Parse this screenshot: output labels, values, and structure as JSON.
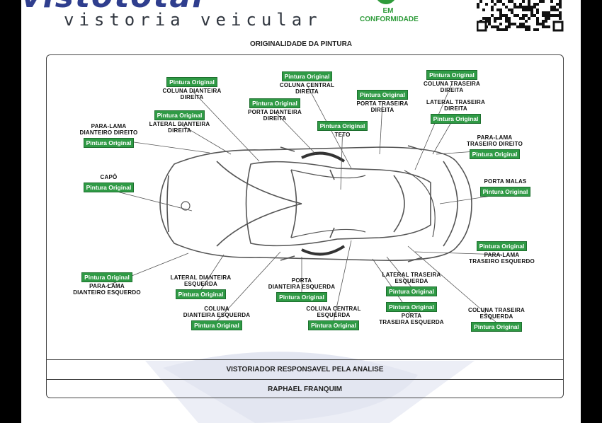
{
  "brand": {
    "name": "vistototal",
    "subtitle": "vistoria veicular",
    "seal": "EM CONFORMIDADE",
    "logo_color": "#2f3e8e",
    "seal_color": "#2e9b3a"
  },
  "section_title": "ORIGINALIDADE DA PINTURA",
  "status_color": "#2f9a45",
  "parts": [
    {
      "id": "coluna-dianteira-direita",
      "name": "COLUNA DIANTEIRA\nDIREITA",
      "status": "Pintura Original"
    },
    {
      "id": "porta-dianteira-direita",
      "name": "PORTA DIANTEIRA\nDIREITA",
      "status": "Pintura Original"
    },
    {
      "id": "coluna-central-direita",
      "name": "COLUNA CENTRAL\nDIREITA",
      "status": "Pintura Original"
    },
    {
      "id": "porta-traseira-direita",
      "name": "PORTA TRASEIRA\nDIREITA",
      "status": "Pintura Original"
    },
    {
      "id": "coluna-traseira-direita",
      "name": "COLUNA TRASEIRA\nDIREITA",
      "status": "Pintura Original"
    },
    {
      "id": "lateral-dianteira-direita",
      "name": "LATERAL DIANTEIRA\nDIREITA",
      "status": "Pintura Original"
    },
    {
      "id": "teto",
      "name": "TETO",
      "status": "Pintura Original"
    },
    {
      "id": "lateral-traseira-direita",
      "name": "LATERAL TRASEIRA\nDIREITA",
      "status": "Pintura Original"
    },
    {
      "id": "para-lama-dianteiro-direito",
      "name": "PARA-LAMA\nDIANTEIRO DIREITO",
      "status": "Pintura Original"
    },
    {
      "id": "para-lama-traseiro-direito",
      "name": "PARA-LAMA\nTRASEIRO DIREITO",
      "status": "Pintura Original"
    },
    {
      "id": "capo",
      "name": "CAPÔ",
      "status": "Pintura Original"
    },
    {
      "id": "porta-malas",
      "name": "PORTA MALAS",
      "status": "Pintura Original"
    },
    {
      "id": "para-lama-traseiro-esquerdo",
      "name": "PARA-LAMA\nTRASEIRO ESQUERDO",
      "status": "Pintura Original"
    },
    {
      "id": "para-lama-dianteiro-esquerdo",
      "name": "PARA-LAMA\nDIANTEIRO ESQUERDO",
      "status": "Pintura Original"
    },
    {
      "id": "lateral-dianteira-esquerda",
      "name": "LATERAL DIANTEIRA\nESQUERDA",
      "status": "Pintura Original"
    },
    {
      "id": "porta-dianteira-esquerda",
      "name": "PORTA\nDIANTEIRA ESQUERDA",
      "status": "Pintura Original"
    },
    {
      "id": "lateral-traseira-esquerda",
      "name": "LATERAL TRASEIRA\nESQUERDA",
      "status": "Pintura Original"
    },
    {
      "id": "porta-traseira-esquerda",
      "name": "PORTA\nTRASEIRA ESQUERDA",
      "status": "Pintura Original"
    },
    {
      "id": "coluna-dianteira-esquerda",
      "name": "COLUNA\nDIANTEIRA ESQUERDA",
      "status": "Pintura Original"
    },
    {
      "id": "coluna-central-esquerda",
      "name": "COLUNA CENTRAL\nESQUERDA",
      "status": "Pintura Original"
    },
    {
      "id": "coluna-traseira-esquerda",
      "name": "COLUNA TRASEIRA\nESQUERDA",
      "status": "Pintura Original"
    }
  ],
  "footer": {
    "label": "VISTORIADOR RESPONSAVEL PELA ANALISE",
    "inspector": "RAPHAEL FRANQUIM"
  }
}
